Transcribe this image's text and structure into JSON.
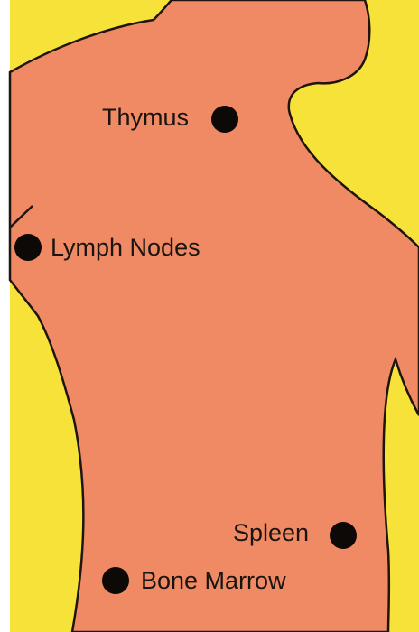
{
  "colors": {
    "background": "#f7e23a",
    "body_skin": "#f08a64",
    "outline": "#1f1410",
    "marker": "#0d0907",
    "frame_left": "#ffffff"
  },
  "labels": {
    "thymus": "Thymus",
    "lymph_nodes": "Lymph Nodes",
    "spleen": "Spleen",
    "bone_marrow": "Bone Marrow"
  }
}
